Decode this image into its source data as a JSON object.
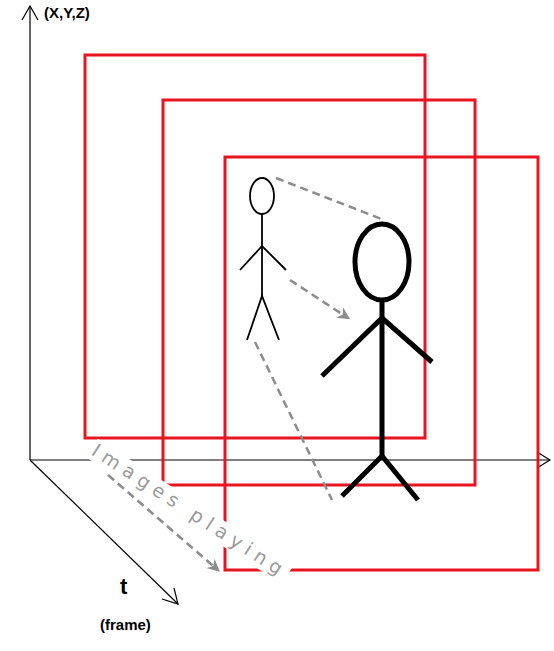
{
  "diagram": {
    "labels": [
      "(X,Y,Z)",
      "t",
      "(frame)",
      "Images playing"
    ]
  }
}
